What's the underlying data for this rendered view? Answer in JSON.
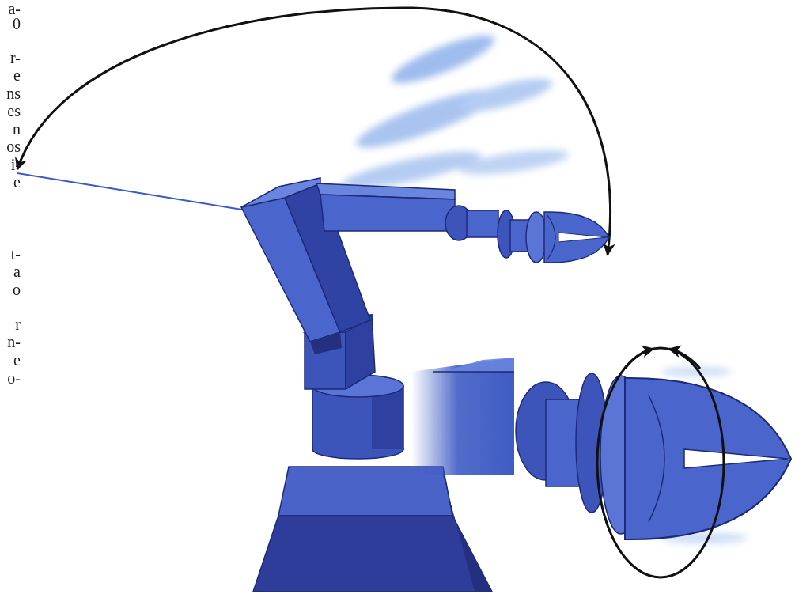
{
  "diagram": {
    "labels": [
      "a-",
      "0",
      "r-",
      "e",
      "ns",
      "es",
      "n",
      "os",
      "i-",
      "e",
      "t-",
      "a",
      "o",
      "r",
      "n-",
      "e",
      "o-"
    ]
  }
}
